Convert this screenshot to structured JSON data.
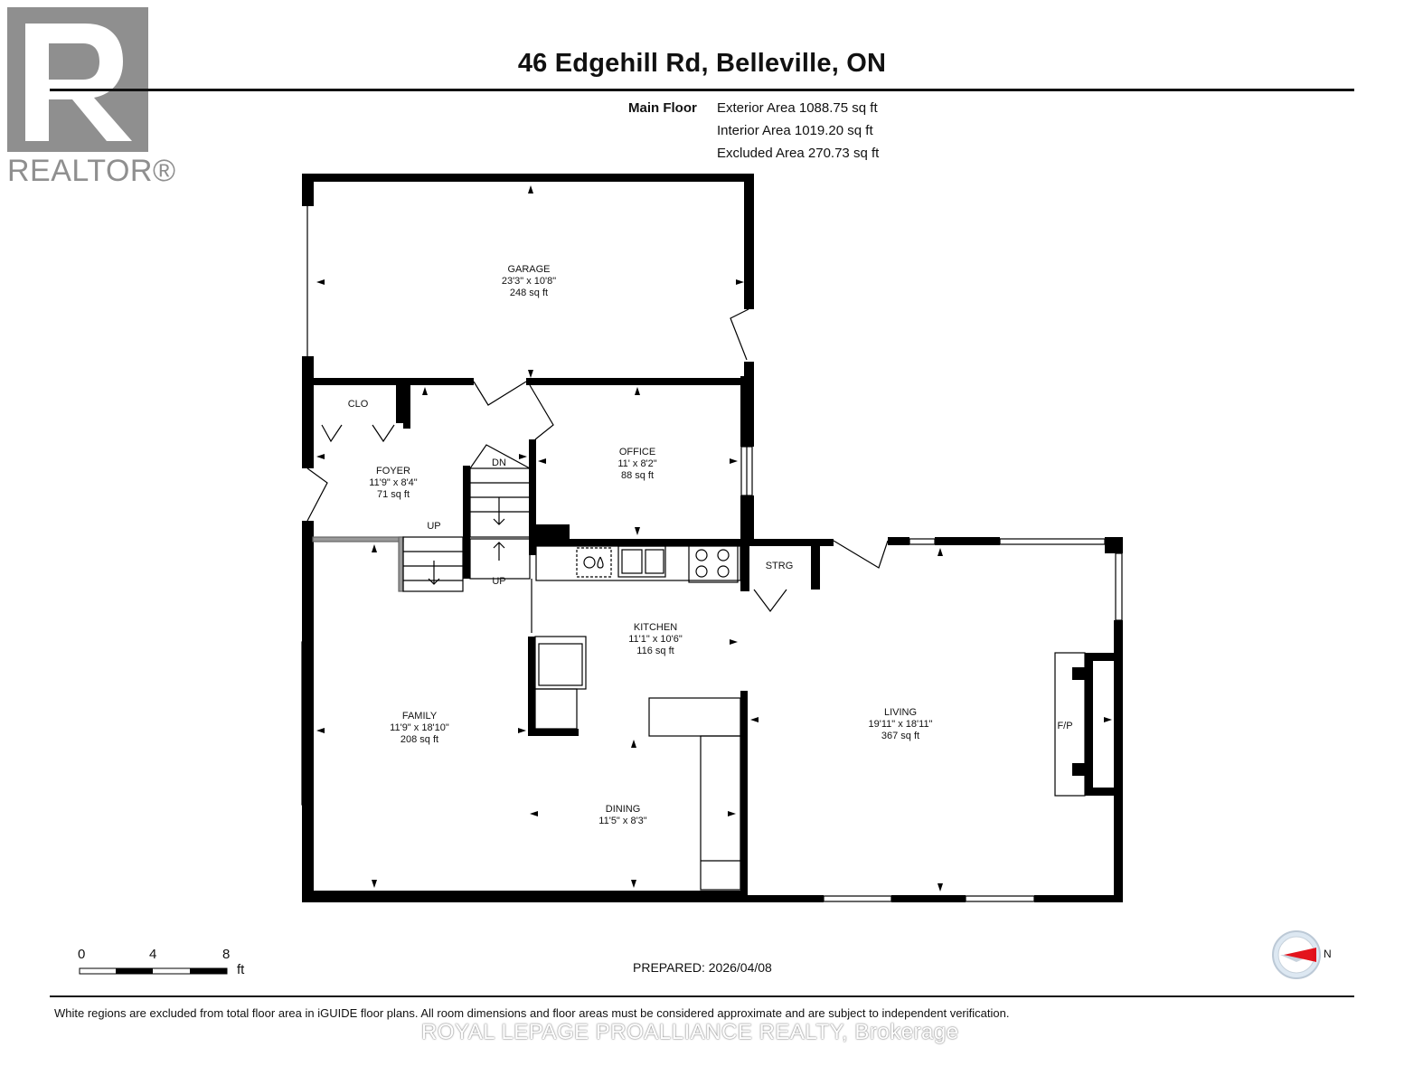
{
  "header": {
    "title": "46 Edgehill Rd, Belleville, ON",
    "floor_label": "Main Floor",
    "exterior_area": "Exterior Area 1088.75 sq ft",
    "interior_area": "Interior Area 1019.20 sq ft",
    "excluded_area": "Excluded Area 270.73 sq ft"
  },
  "logo": {
    "text": "REALTOR®",
    "icon": "realtor-r-logo"
  },
  "rooms": [
    {
      "name": "GARAGE",
      "dims": "23'3\" x 10'8\"",
      "area": "248 sq ft"
    },
    {
      "name": "FOYER",
      "dims": "11'9\" x 8'4\"",
      "area": "71 sq ft"
    },
    {
      "name": "OFFICE",
      "dims": "11' x 8'2\"",
      "area": "88 sq ft"
    },
    {
      "name": "KITCHEN",
      "dims": "11'1\" x 10'6\"",
      "area": "116 sq ft"
    },
    {
      "name": "FAMILY",
      "dims": "11'9\" x 18'10\"",
      "area": "208 sq ft"
    },
    {
      "name": "DINING",
      "dims": "11'5\" x 8'3\"",
      "area": ""
    },
    {
      "name": "LIVING",
      "dims": "19'11\" x 18'11\"",
      "area": "367 sq ft"
    }
  ],
  "labels": {
    "clo": "CLO",
    "strg": "STRG",
    "dn": "DN",
    "up_foyer": "UP",
    "up_kitchen": "UP",
    "fireplace": "F/P"
  },
  "scale": {
    "ticks": [
      "0",
      "4",
      "8"
    ],
    "unit": "ft"
  },
  "compass": {
    "label": "N",
    "icon": "compass-icon"
  },
  "prepared": "PREPARED: 2026/04/08",
  "disclaimer": "White regions are excluded from total floor area in iGUIDE floor plans. All room dimensions and floor areas must be considered approximate and are subject to independent verification.",
  "watermark": "ROYAL LEPAGE PROALLIANCE REALTY, Brokerage"
}
